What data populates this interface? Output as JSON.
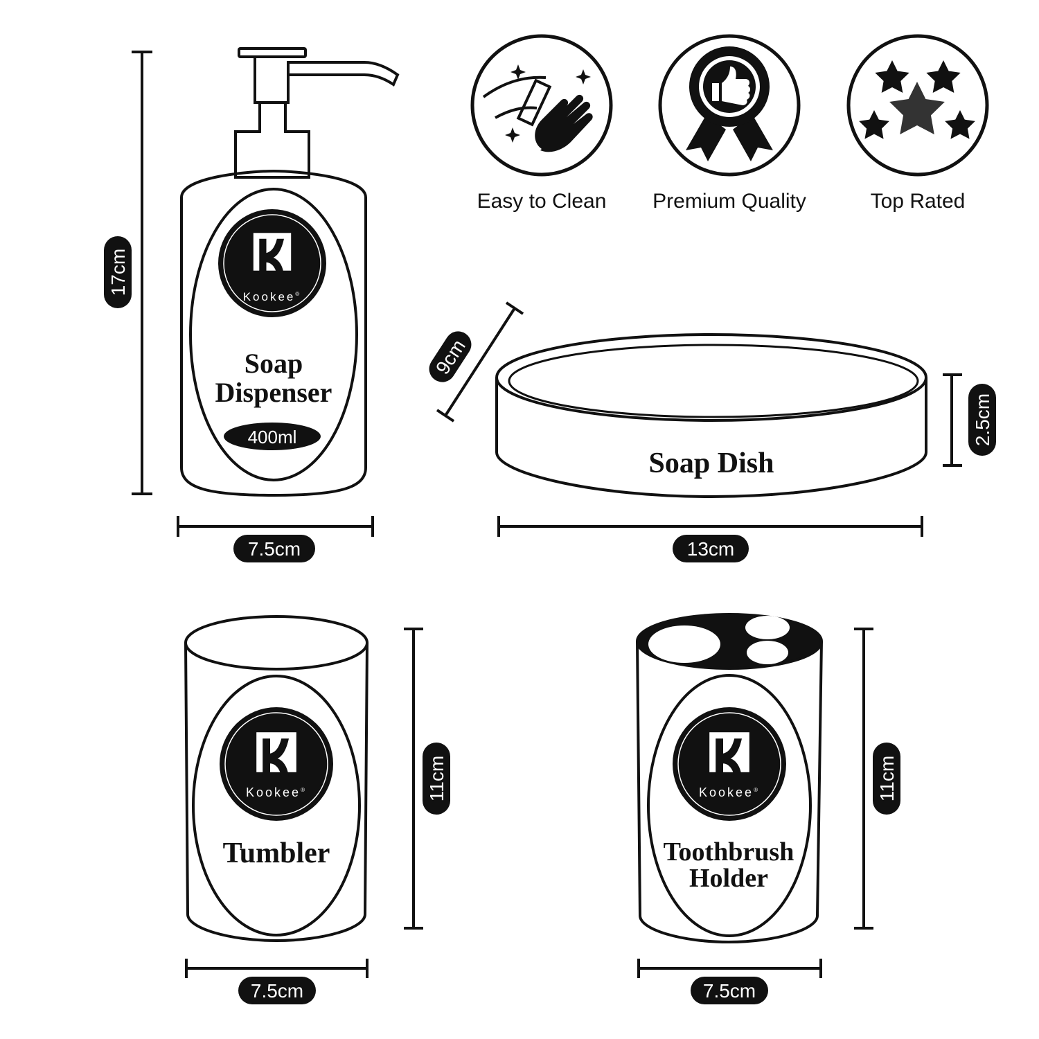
{
  "brand": {
    "name": "Kookee",
    "mark": "®"
  },
  "features": [
    {
      "label": "Easy to Clean",
      "icon": "cleaning-hand-icon"
    },
    {
      "label": "Premium Quality",
      "icon": "thumbs-up-rosette-icon"
    },
    {
      "label": "Top Rated",
      "icon": "five-stars-icon"
    }
  ],
  "products": {
    "soap_dispenser": {
      "name_line1": "Soap",
      "name_line2": "Dispenser",
      "volume": "400ml",
      "height": "17cm",
      "width": "7.5cm"
    },
    "soap_dish": {
      "name": "Soap Dish",
      "depth": "9cm",
      "height": "2.5cm",
      "width": "13cm"
    },
    "tumbler": {
      "name": "Tumbler",
      "height": "11cm",
      "width": "7.5cm"
    },
    "toothbrush_holder": {
      "name_line1": "Toothbrush",
      "name_line2": "Holder",
      "height": "11cm",
      "width": "7.5cm"
    }
  },
  "colors": {
    "ink": "#111111",
    "background": "#ffffff"
  }
}
